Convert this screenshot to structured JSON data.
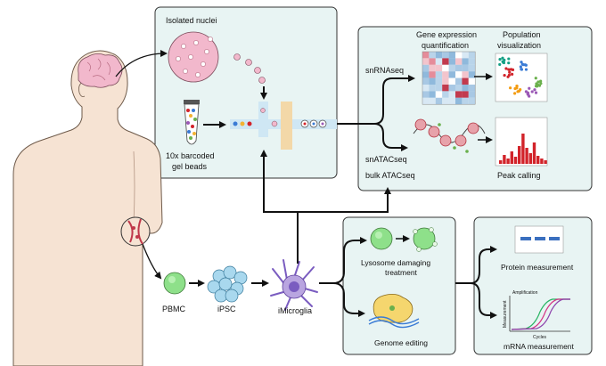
{
  "panels": {
    "nuclei": {
      "title": "Isolated nuclei",
      "beads_line1": "10x barcoded",
      "beads_line2": "gel beads"
    },
    "sequencing": {
      "gene_expr_line1": "Gene expression",
      "gene_expr_line2": "quantification",
      "population_line1": "Population",
      "population_line2": "visualization",
      "snrnaseq": "snRNAseq",
      "snatacseq": "snATACseq",
      "bulk_atacseq": "bulk ATACseq",
      "peak_calling": "Peak calling"
    },
    "treatment": {
      "lysosome_line1": "Lysosome damaging",
      "lysosome_line2": "treatment",
      "genome_editing": "Genome editing"
    },
    "measurement": {
      "protein": "Protein measurement",
      "amplification": "Amplification",
      "y_axis": "Measurement",
      "x_axis": "Cycles",
      "mrna": "mRNA measurement"
    }
  },
  "cells": {
    "pbmc": "PBMC",
    "ipsc": "iPSC",
    "imicroglia": "iMicroglia"
  },
  "colors": {
    "panel_fill": "#e8f4f3",
    "panel_stroke": "#333333",
    "nucleus_pink": "#f2b8cc",
    "cell_green": "#8ee08a",
    "ipsc_blue": "#a9d8ee",
    "microglia_purple": "#b9a5e0",
    "bar_red": "#d2232a"
  }
}
